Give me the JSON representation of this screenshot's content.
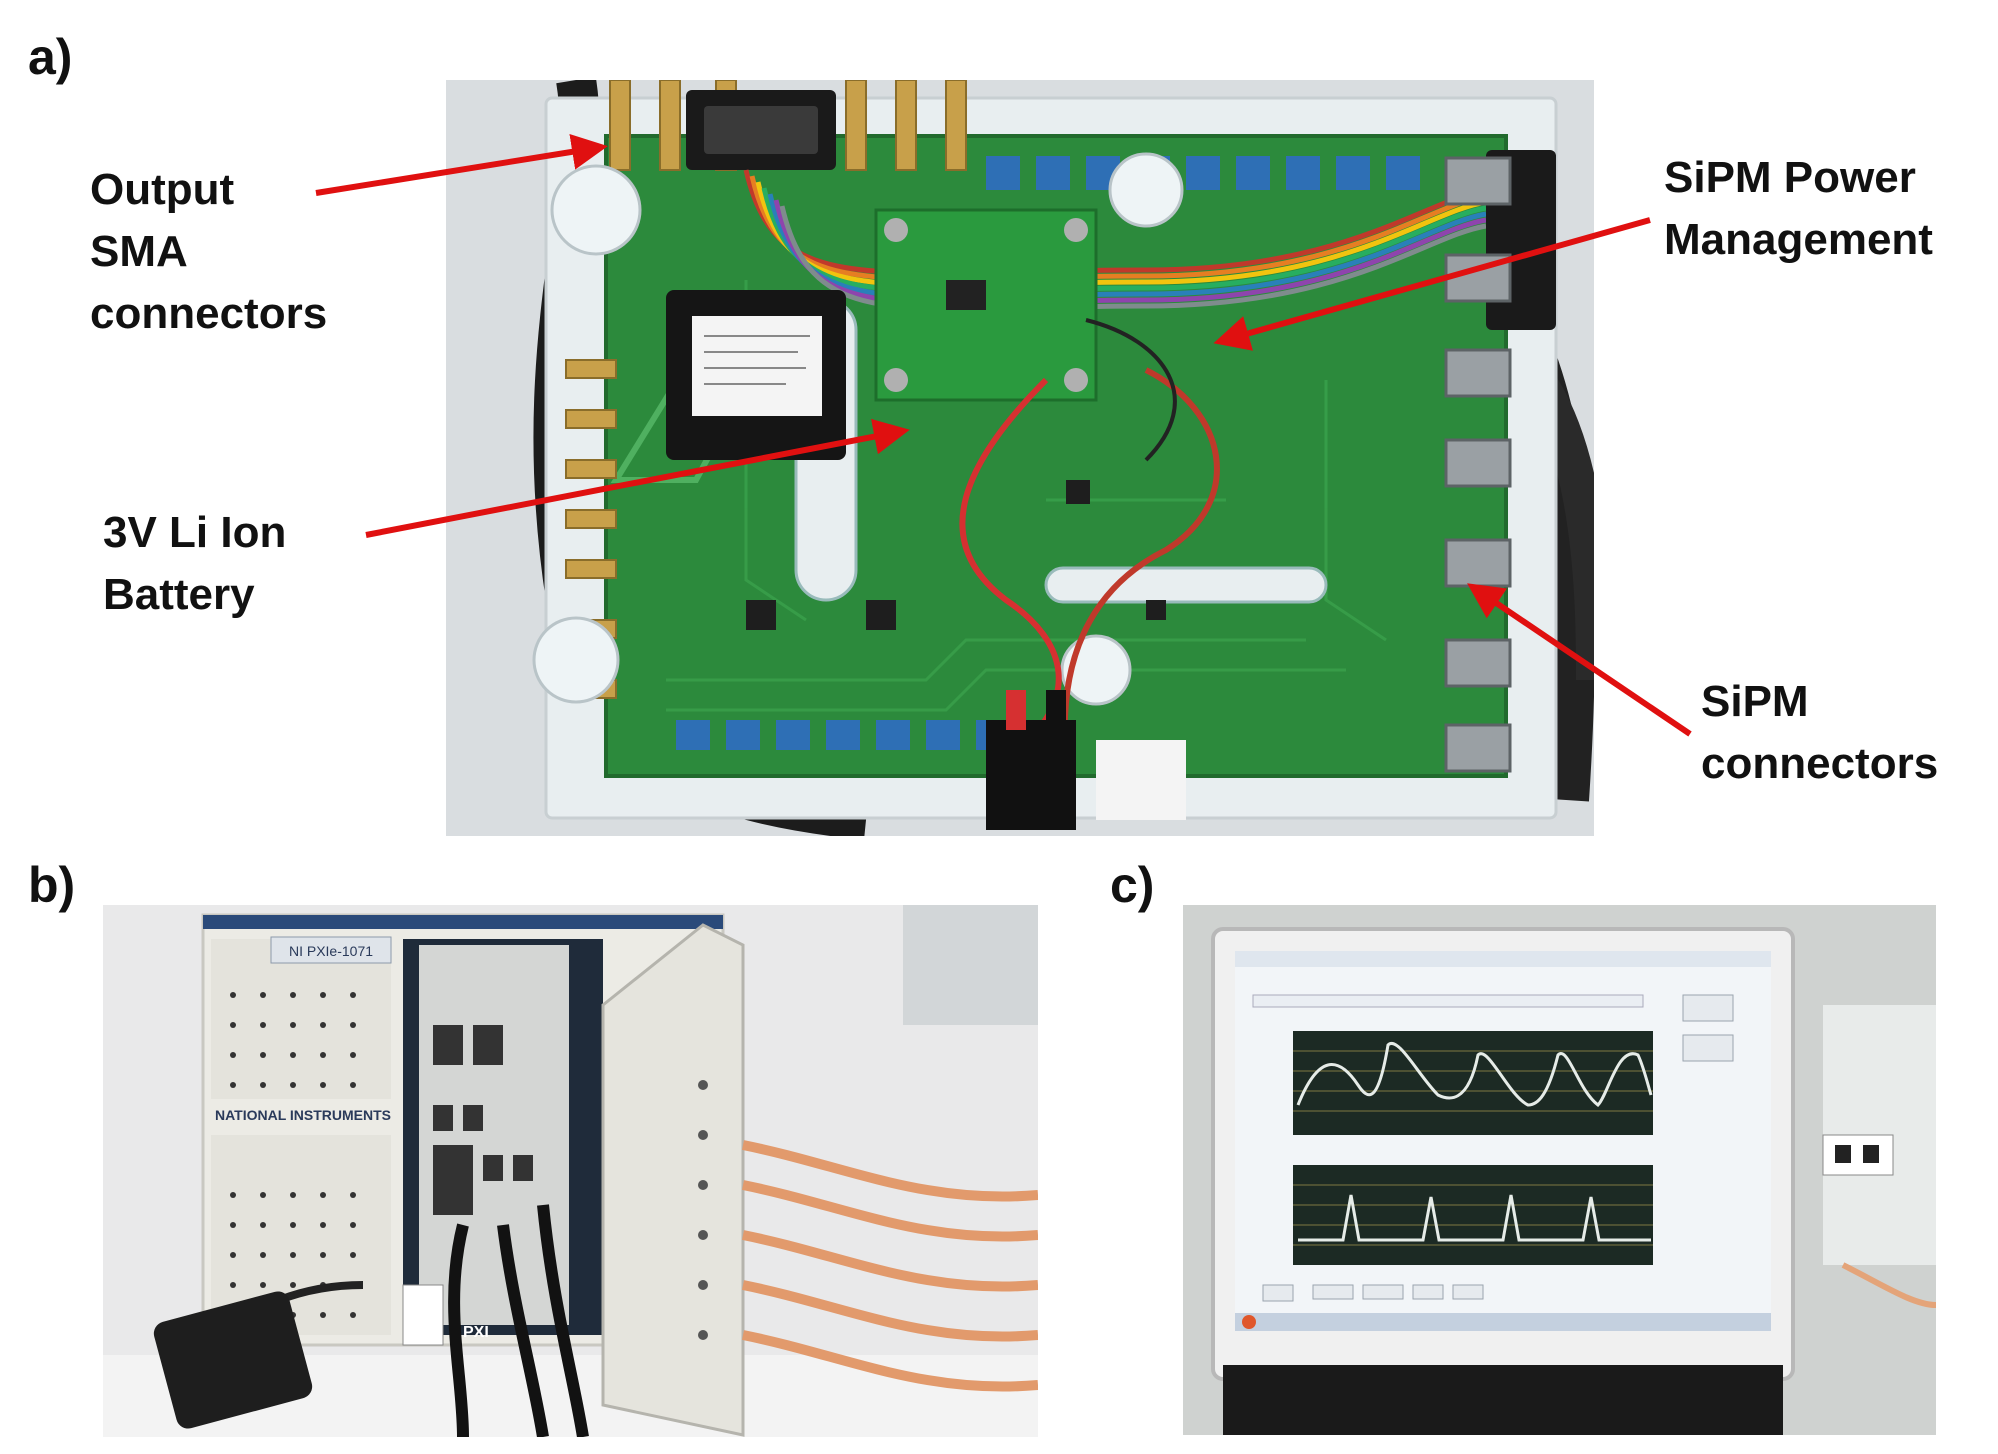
{
  "figure": {
    "panels": [
      {
        "id": "a",
        "label": "a)"
      },
      {
        "id": "b",
        "label": "b)"
      },
      {
        "id": "c",
        "label": "c)"
      }
    ],
    "callouts": {
      "output_sma": [
        "Output",
        "SMA",
        "connectors"
      ],
      "sipm_power": [
        "SiPM Power",
        "Management"
      ],
      "battery": [
        "3V Li Ion",
        "Battery"
      ],
      "sipm_connectors": [
        "SiPM",
        "connectors"
      ]
    },
    "device_text": {
      "chassis_model": "NI PXIe-1071",
      "chassis_brand": "NATIONAL INSTRUMENTS",
      "pxi_mark": "PXI"
    }
  },
  "colors": {
    "pcb_green": "#2c8a3c",
    "arrow_red": "#e01010",
    "chassis_white": "#ecebe5",
    "screen_bg": "#f2f5f8"
  }
}
